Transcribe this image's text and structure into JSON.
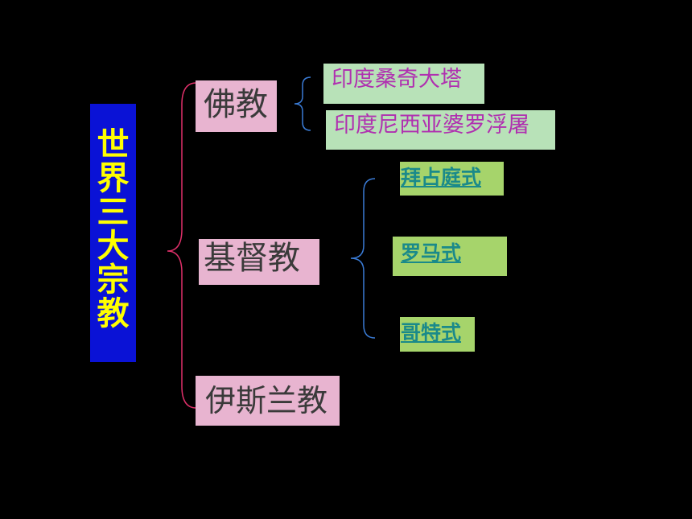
{
  "root": {
    "label": "世界三大宗教"
  },
  "religions": [
    {
      "label": "佛教"
    },
    {
      "label": "基督教"
    },
    {
      "label": "伊斯兰教"
    }
  ],
  "buddhism_items": [
    {
      "label": "印度桑奇大塔"
    },
    {
      "label": "印度尼西亚婆罗浮屠"
    }
  ],
  "christianity_items": [
    {
      "label": "拜占庭式"
    },
    {
      "label": "罗马式"
    },
    {
      "label": "哥特式"
    }
  ],
  "colors": {
    "background": "#000000",
    "root_fill": "#0a12d6",
    "root_text": "#ffff00",
    "religion_fill": "#e8b4d0",
    "buddhism_fill": "#b8e2b8",
    "buddhism_text": "#b030b0",
    "christianity_fill": "#a6d46b",
    "christianity_text": "#1a8a8a",
    "main_brace": "#e0306a",
    "sub_brace": "#3a7bd5"
  }
}
